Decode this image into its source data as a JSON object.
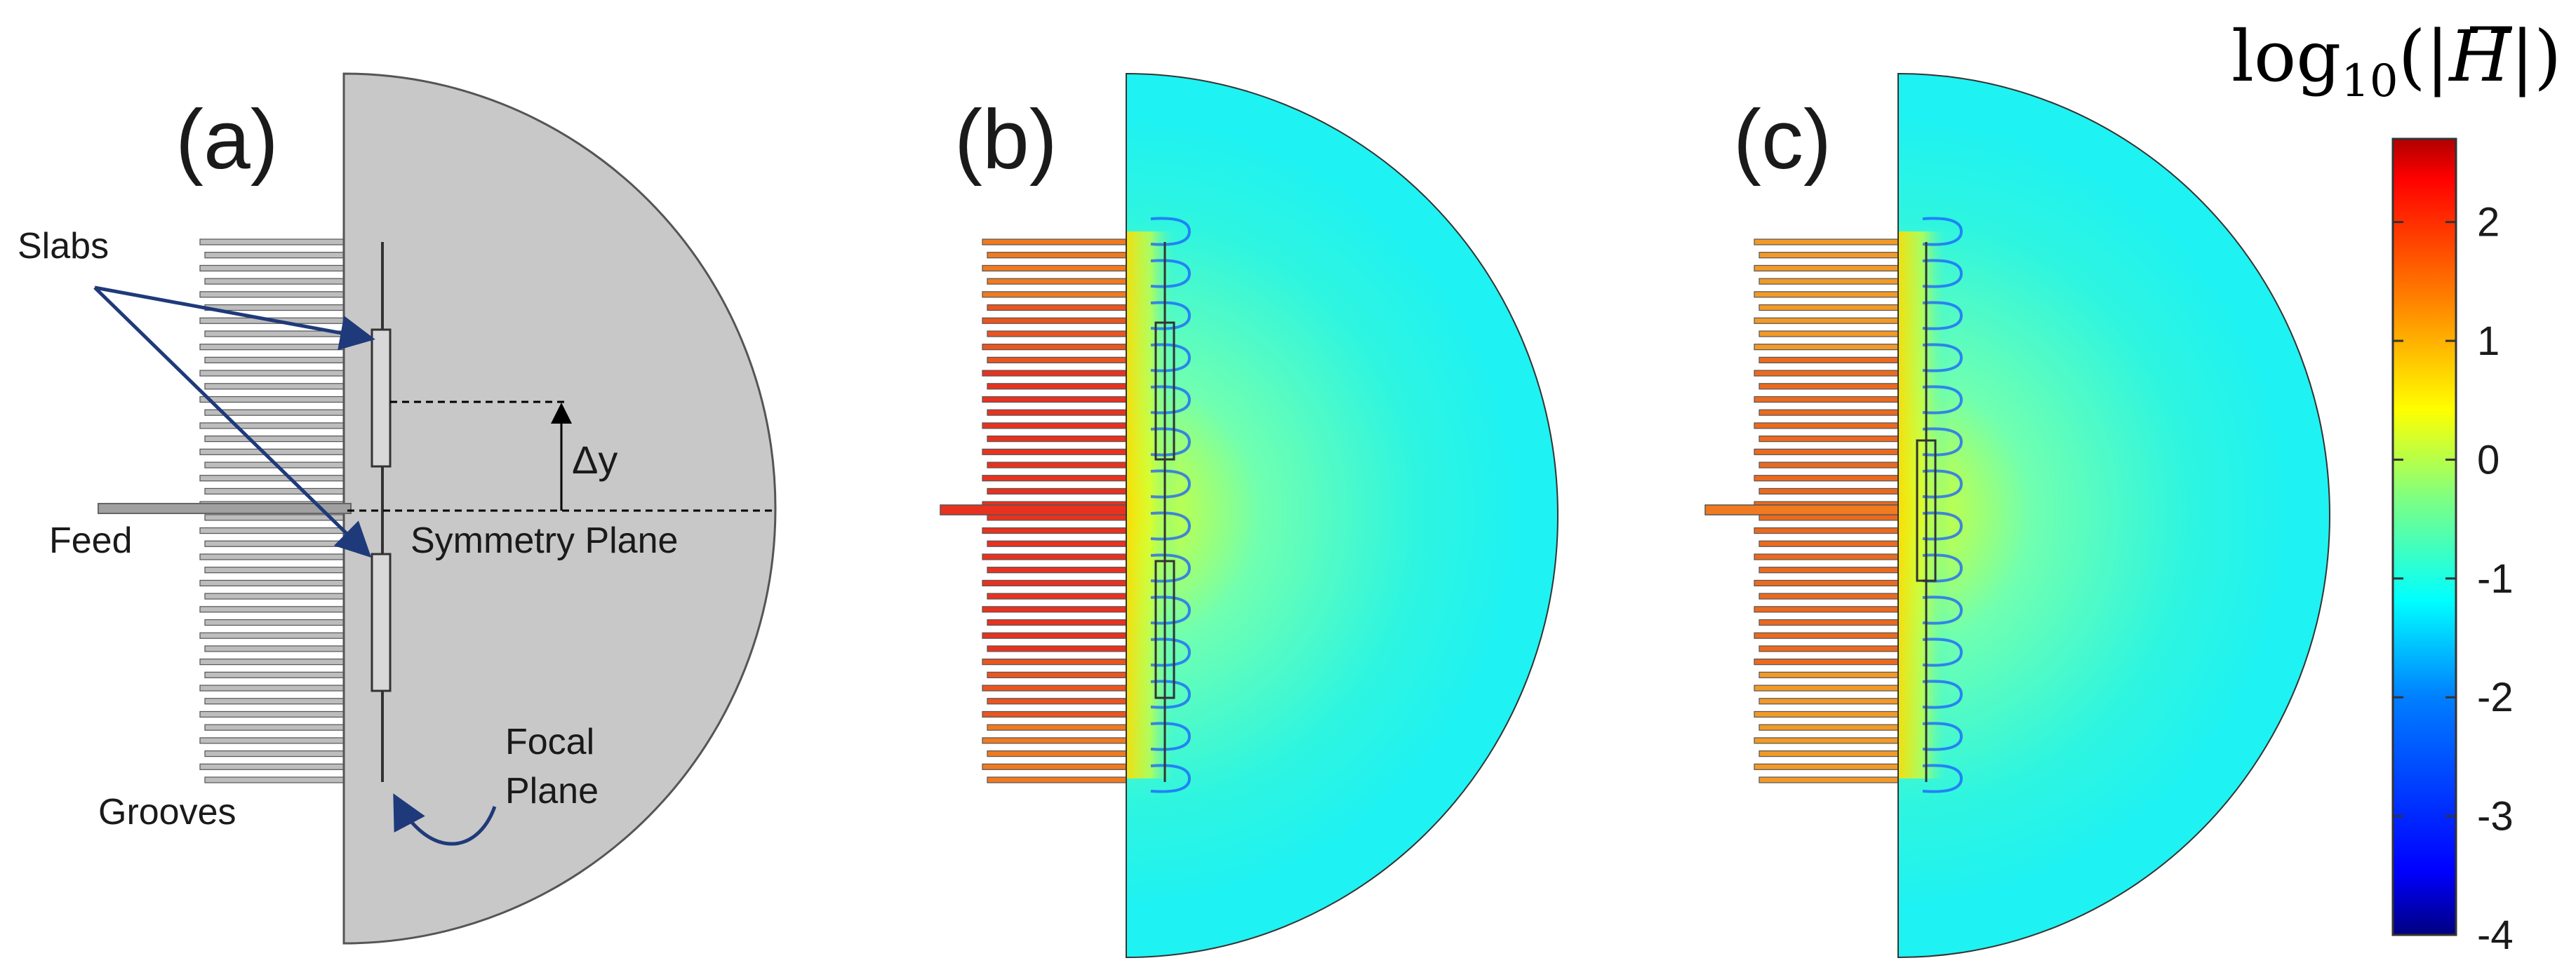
{
  "panels": {
    "a": {
      "label": "(a)",
      "annotations": {
        "slabs": "Slabs",
        "feed": "Feed",
        "grooves": "Grooves",
        "focal_plane_line1": "Focal",
        "focal_plane_line2": "Plane",
        "symmetry_plane": "Symmetry Plane",
        "delta_y": "Δy"
      },
      "colors": {
        "lens_fill": "#c8c8c8",
        "arrow": "#1f3a7a"
      }
    },
    "b": {
      "label": "(b)"
    },
    "c": {
      "label": "(c)"
    }
  },
  "colorbar": {
    "title_prefix": "log",
    "title_subscript": "10",
    "title_open": "(|",
    "title_symbol": "H",
    "title_close": "|)",
    "ticks": [
      "2",
      "1",
      "0",
      "-1",
      "-2",
      "-3",
      "-4"
    ],
    "range": [
      -4,
      2.7
    ],
    "colormap": "jet",
    "colors": [
      "#00007f",
      "#0000ff",
      "#0080ff",
      "#00ffff",
      "#80ff80",
      "#ffff00",
      "#ff8000",
      "#ff0000",
      "#7f0000"
    ]
  },
  "field_colors": {
    "background": "#1ff2f2",
    "mid": "#6cff90",
    "hot": "#ffe600",
    "groove_hot": "#e8321f",
    "groove_warm": "#f07a20",
    "null": "#1a5cff"
  }
}
